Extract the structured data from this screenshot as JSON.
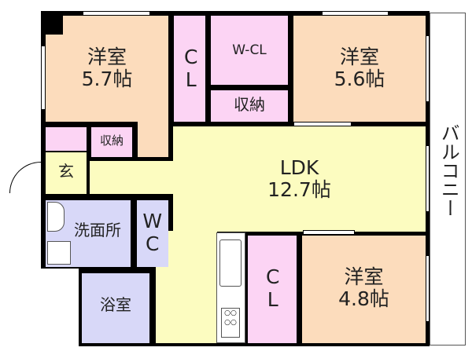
{
  "rooms": {
    "western1": {
      "name": "洋室",
      "size": "5.7帖"
    },
    "closet1": {
      "name": "CL"
    },
    "walk_in_closet": {
      "name": "W-CL"
    },
    "storage_top": {
      "name": "収納"
    },
    "western2": {
      "name": "洋室",
      "size": "5.6帖"
    },
    "storage_small": {
      "name": "収納"
    },
    "entrance": {
      "name": "玄"
    },
    "ldk": {
      "name": "LDK",
      "size": "12.7帖"
    },
    "washroom": {
      "name": "洗面所"
    },
    "toilet": {
      "name": "WC"
    },
    "bath": {
      "name": "浴室"
    },
    "closet2": {
      "name": "CL"
    },
    "western3": {
      "name": "洋室",
      "size": "4.8帖"
    },
    "balcony": {
      "name": "バルコニー"
    }
  },
  "colors": {
    "bedroom": "#fcdcbc",
    "closet": "#fcd4f4",
    "ldk": "#fcfcc0",
    "wet": "#d8d8f8"
  }
}
